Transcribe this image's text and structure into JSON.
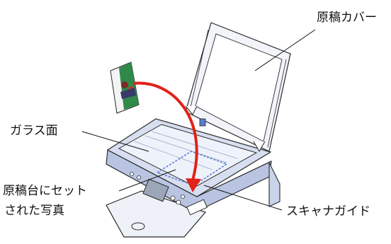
{
  "labels": {
    "cover": "原稿カバー",
    "glass": "ガラス面",
    "photo_line1": "原稿台にセット",
    "photo_line2": "された写真",
    "guide": "スキャナガイド"
  },
  "colors": {
    "arrow": "#e0231a",
    "body_blue": "#c9d3ea",
    "body_outline": "#2a2a2a",
    "dash": "#5a7bd0",
    "photo_green": "#2f8a4a"
  }
}
